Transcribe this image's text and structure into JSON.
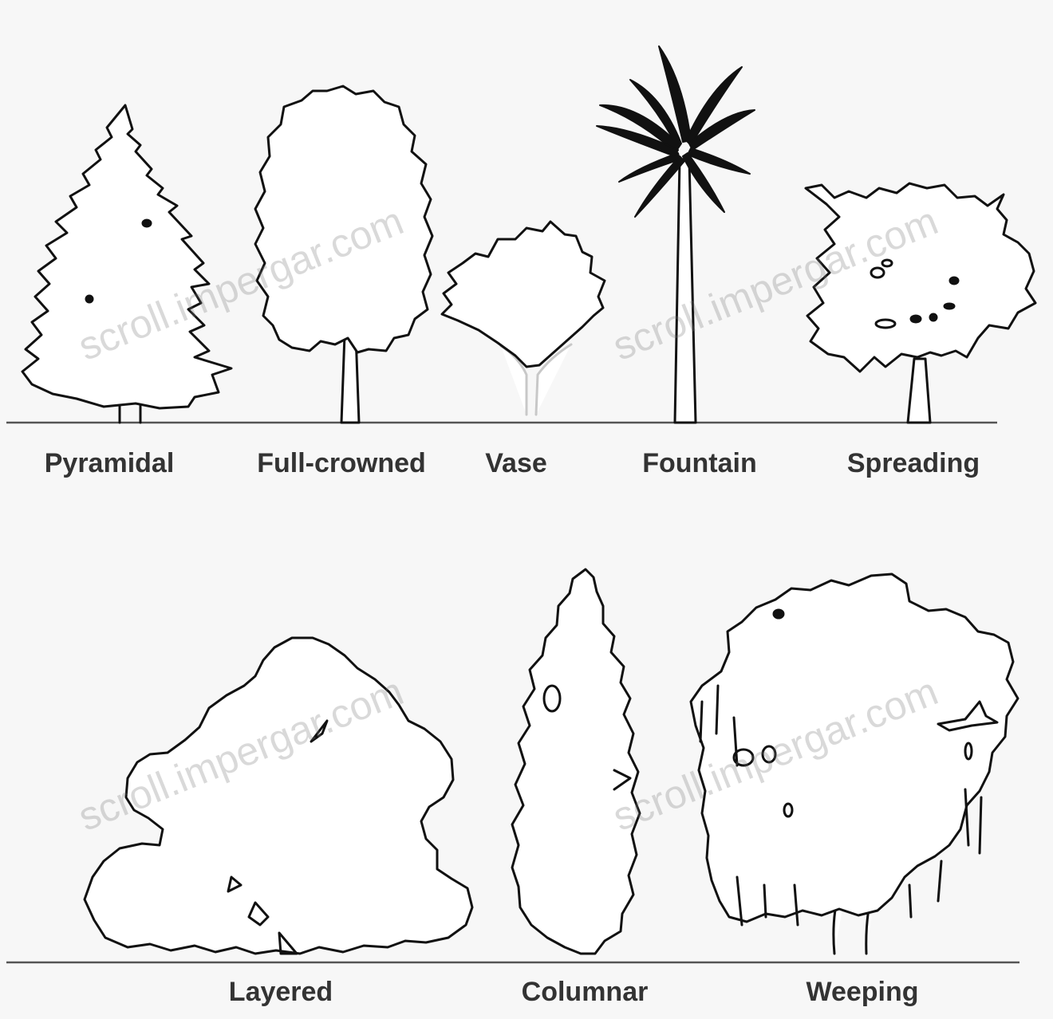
{
  "labels": {
    "pyramidal": "Pyramidal",
    "full_crowned": "Full-crowned",
    "vase": "Vase",
    "fountain": "Fountain",
    "spreading": "Spreading",
    "layered": "Layered",
    "columnar": "Columnar",
    "weeping": "Weeping"
  },
  "watermark": "scroll.impergar.com",
  "colors": {
    "ink": "#111111",
    "label": "#333333",
    "background": "#f7f7f7"
  }
}
